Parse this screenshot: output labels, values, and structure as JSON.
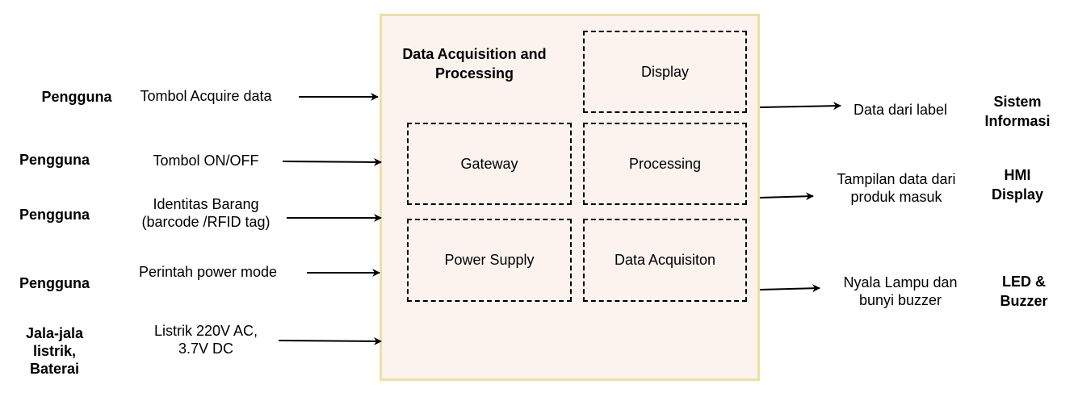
{
  "main_block": {
    "title_line1": "Data Acquisition and",
    "title_line2": "Processing",
    "modules": {
      "display": "Display",
      "gateway": "Gateway",
      "processing": "Processing",
      "power_supply": "Power Supply",
      "data_acquisition": "Data Acquisiton"
    }
  },
  "inputs": [
    {
      "source": [
        "Pengguna"
      ],
      "label": [
        "Tombol Acquire data"
      ]
    },
    {
      "source": [
        "Pengguna"
      ],
      "label": [
        "Tombol ON/OFF"
      ]
    },
    {
      "source": [
        "Pengguna"
      ],
      "label": [
        "Identitas Barang",
        "(barcode /RFID tag)"
      ]
    },
    {
      "source": [
        "Pengguna"
      ],
      "label": [
        "Perintah power mode"
      ]
    },
    {
      "source": [
        "Jala-jala",
        "listrik,",
        "Baterai"
      ],
      "label": [
        "Listrik 220V AC,",
        "3.7V DC"
      ]
    }
  ],
  "outputs": [
    {
      "label": [
        "Data dari label"
      ],
      "target": [
        "Sistem",
        "Informasi"
      ]
    },
    {
      "label": [
        "Tampilan data dari",
        "produk masuk"
      ],
      "target": [
        "HMI",
        "Display"
      ]
    },
    {
      "label": [
        "Nyala Lampu dan",
        "bunyi buzzer"
      ],
      "target": [
        "LED &",
        "Buzzer"
      ]
    }
  ],
  "colors": {
    "main_fill": "#fdf3ee",
    "main_border": "#f0dea3",
    "arrow": "#000000"
  }
}
